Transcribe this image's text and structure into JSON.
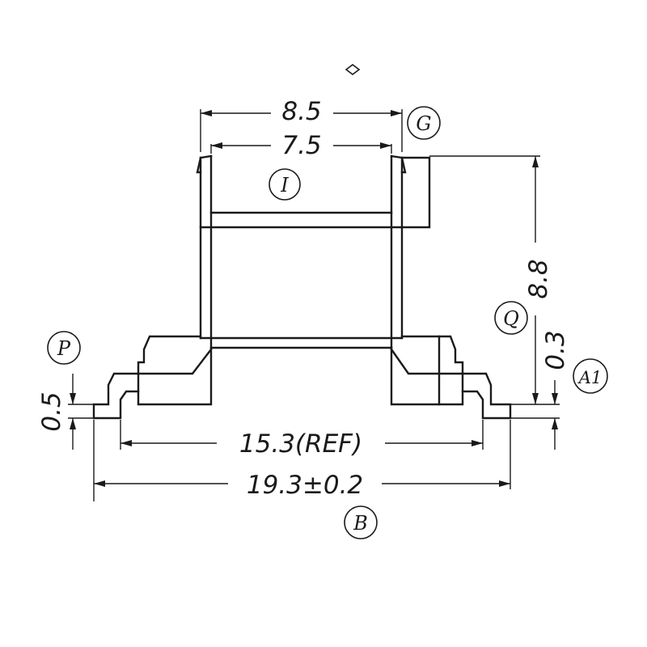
{
  "dimensions": {
    "top_outer_width": "8.5",
    "top_inner_width": "7.5",
    "overall_height": "8.8",
    "flange_height": "0.3",
    "pin_height": "0.5",
    "pin_span": "15.3(REF)",
    "overall_width": "19.3±0.2"
  },
  "balloons": {
    "g": "G",
    "i": "I",
    "q": "Q",
    "p": "P",
    "a1": "A1",
    "b": "B"
  },
  "colors": {
    "line": "#1a1a1a",
    "background": "#ffffff"
  }
}
